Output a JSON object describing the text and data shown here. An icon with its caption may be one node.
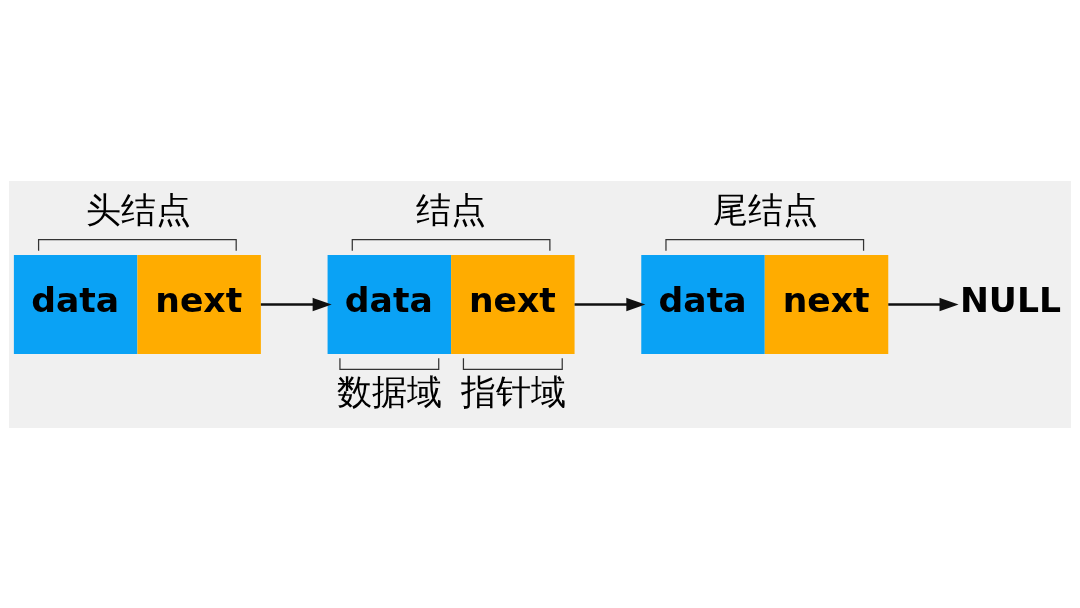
{
  "diagram": {
    "nodes": [
      {
        "text": [
          "头结点",
          "data",
          "next"
        ]
      },
      {
        "text": [
          "结点",
          "data",
          "next"
        ],
        "beside": [
          "数据域",
          "指针域"
        ]
      },
      {
        "text": [
          "尾结点",
          "data",
          "next"
        ]
      },
      {
        "text": [
          "NULL"
        ]
      }
    ],
    "edges": [
      {
        "from": 0,
        "to": 1,
        "arrow": "to"
      },
      {
        "from": 1,
        "to": 2,
        "arrow": "to"
      },
      {
        "from": 2,
        "to": 3,
        "arrow": "to"
      }
    ]
  }
}
